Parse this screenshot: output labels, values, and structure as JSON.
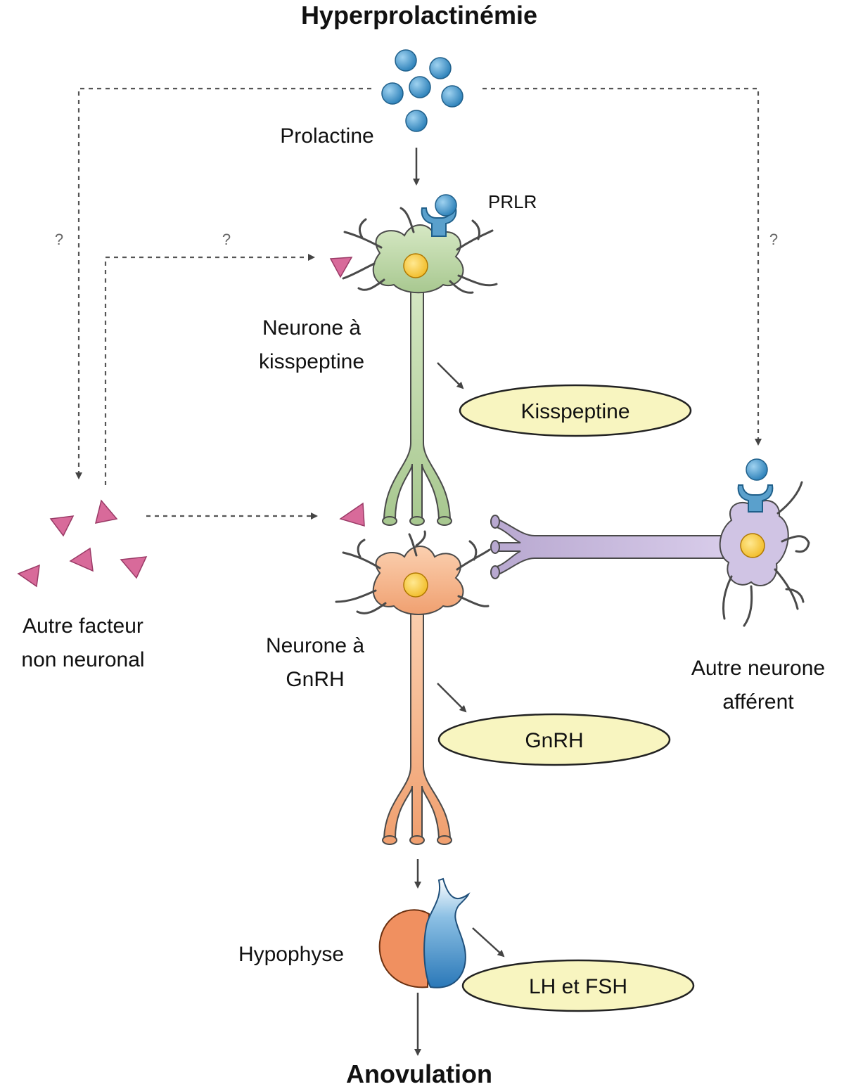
{
  "title_top": "Hyperprolactinémie",
  "title_bottom": "Anovulation",
  "labels": {
    "prolactine": "Prolactine",
    "prlr": "PRLR",
    "kiss_neuron_line1": "Neurone à",
    "kiss_neuron_line2": "kisspeptine",
    "gnrh_neuron_line1": "Neurone à",
    "gnrh_neuron_line2": "GnRH",
    "other_factor_line1": "Autre facteur",
    "other_factor_line2": "non neuronal",
    "other_neuron_line1": "Autre neurone",
    "other_neuron_line2": "afférent",
    "hypophyse": "Hypophyse",
    "question": "?"
  },
  "outputs": {
    "kisspeptine": "Kisspeptine",
    "gnrh": "GnRH",
    "lh_fsh": "LH et FSH"
  },
  "colors": {
    "prolactin": "#3a8fc4",
    "receptor": "#5aa0cc",
    "kiss_neuron": "#b8d4a0",
    "gnrh_neuron": "#f4b48c",
    "afferent_neuron": "#c8b8dc",
    "nucleus": "#f8c840",
    "factor": "#d86a9a",
    "pill_fill": "#f8f5c0",
    "pituitary_ant": "#f09060",
    "pituitary_post": "#4a90c8"
  }
}
